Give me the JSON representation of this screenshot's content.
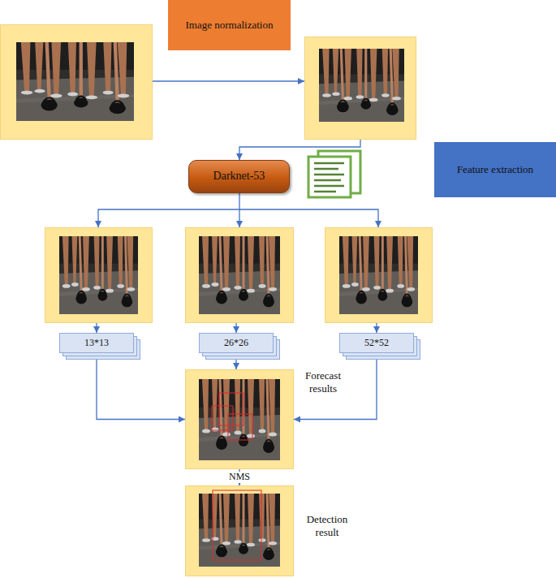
{
  "diagram": {
    "nodes": [
      {
        "text": [
          "Image normalization"
        ]
      },
      {
        "text": [
          "Darknet-53"
        ]
      },
      {
        "text": [
          "Feature extraction"
        ]
      },
      {
        "text": [
          "13*13"
        ]
      },
      {
        "text": [
          "26*26"
        ]
      },
      {
        "text": [
          "52*52"
        ]
      },
      {
        "text": [
          "Forecast results"
        ]
      },
      {
        "text": [
          "Detection result"
        ]
      }
    ],
    "edges": [
      {
        "from": 3,
        "to": 6,
        "arrow": "to"
      },
      {
        "from": 4,
        "to": 6,
        "arrow": "to"
      },
      {
        "from": 5,
        "to": 6,
        "arrow": "to"
      },
      {
        "from": 6,
        "to": 7,
        "arrow": "to",
        "label": "NMS"
      }
    ]
  }
}
